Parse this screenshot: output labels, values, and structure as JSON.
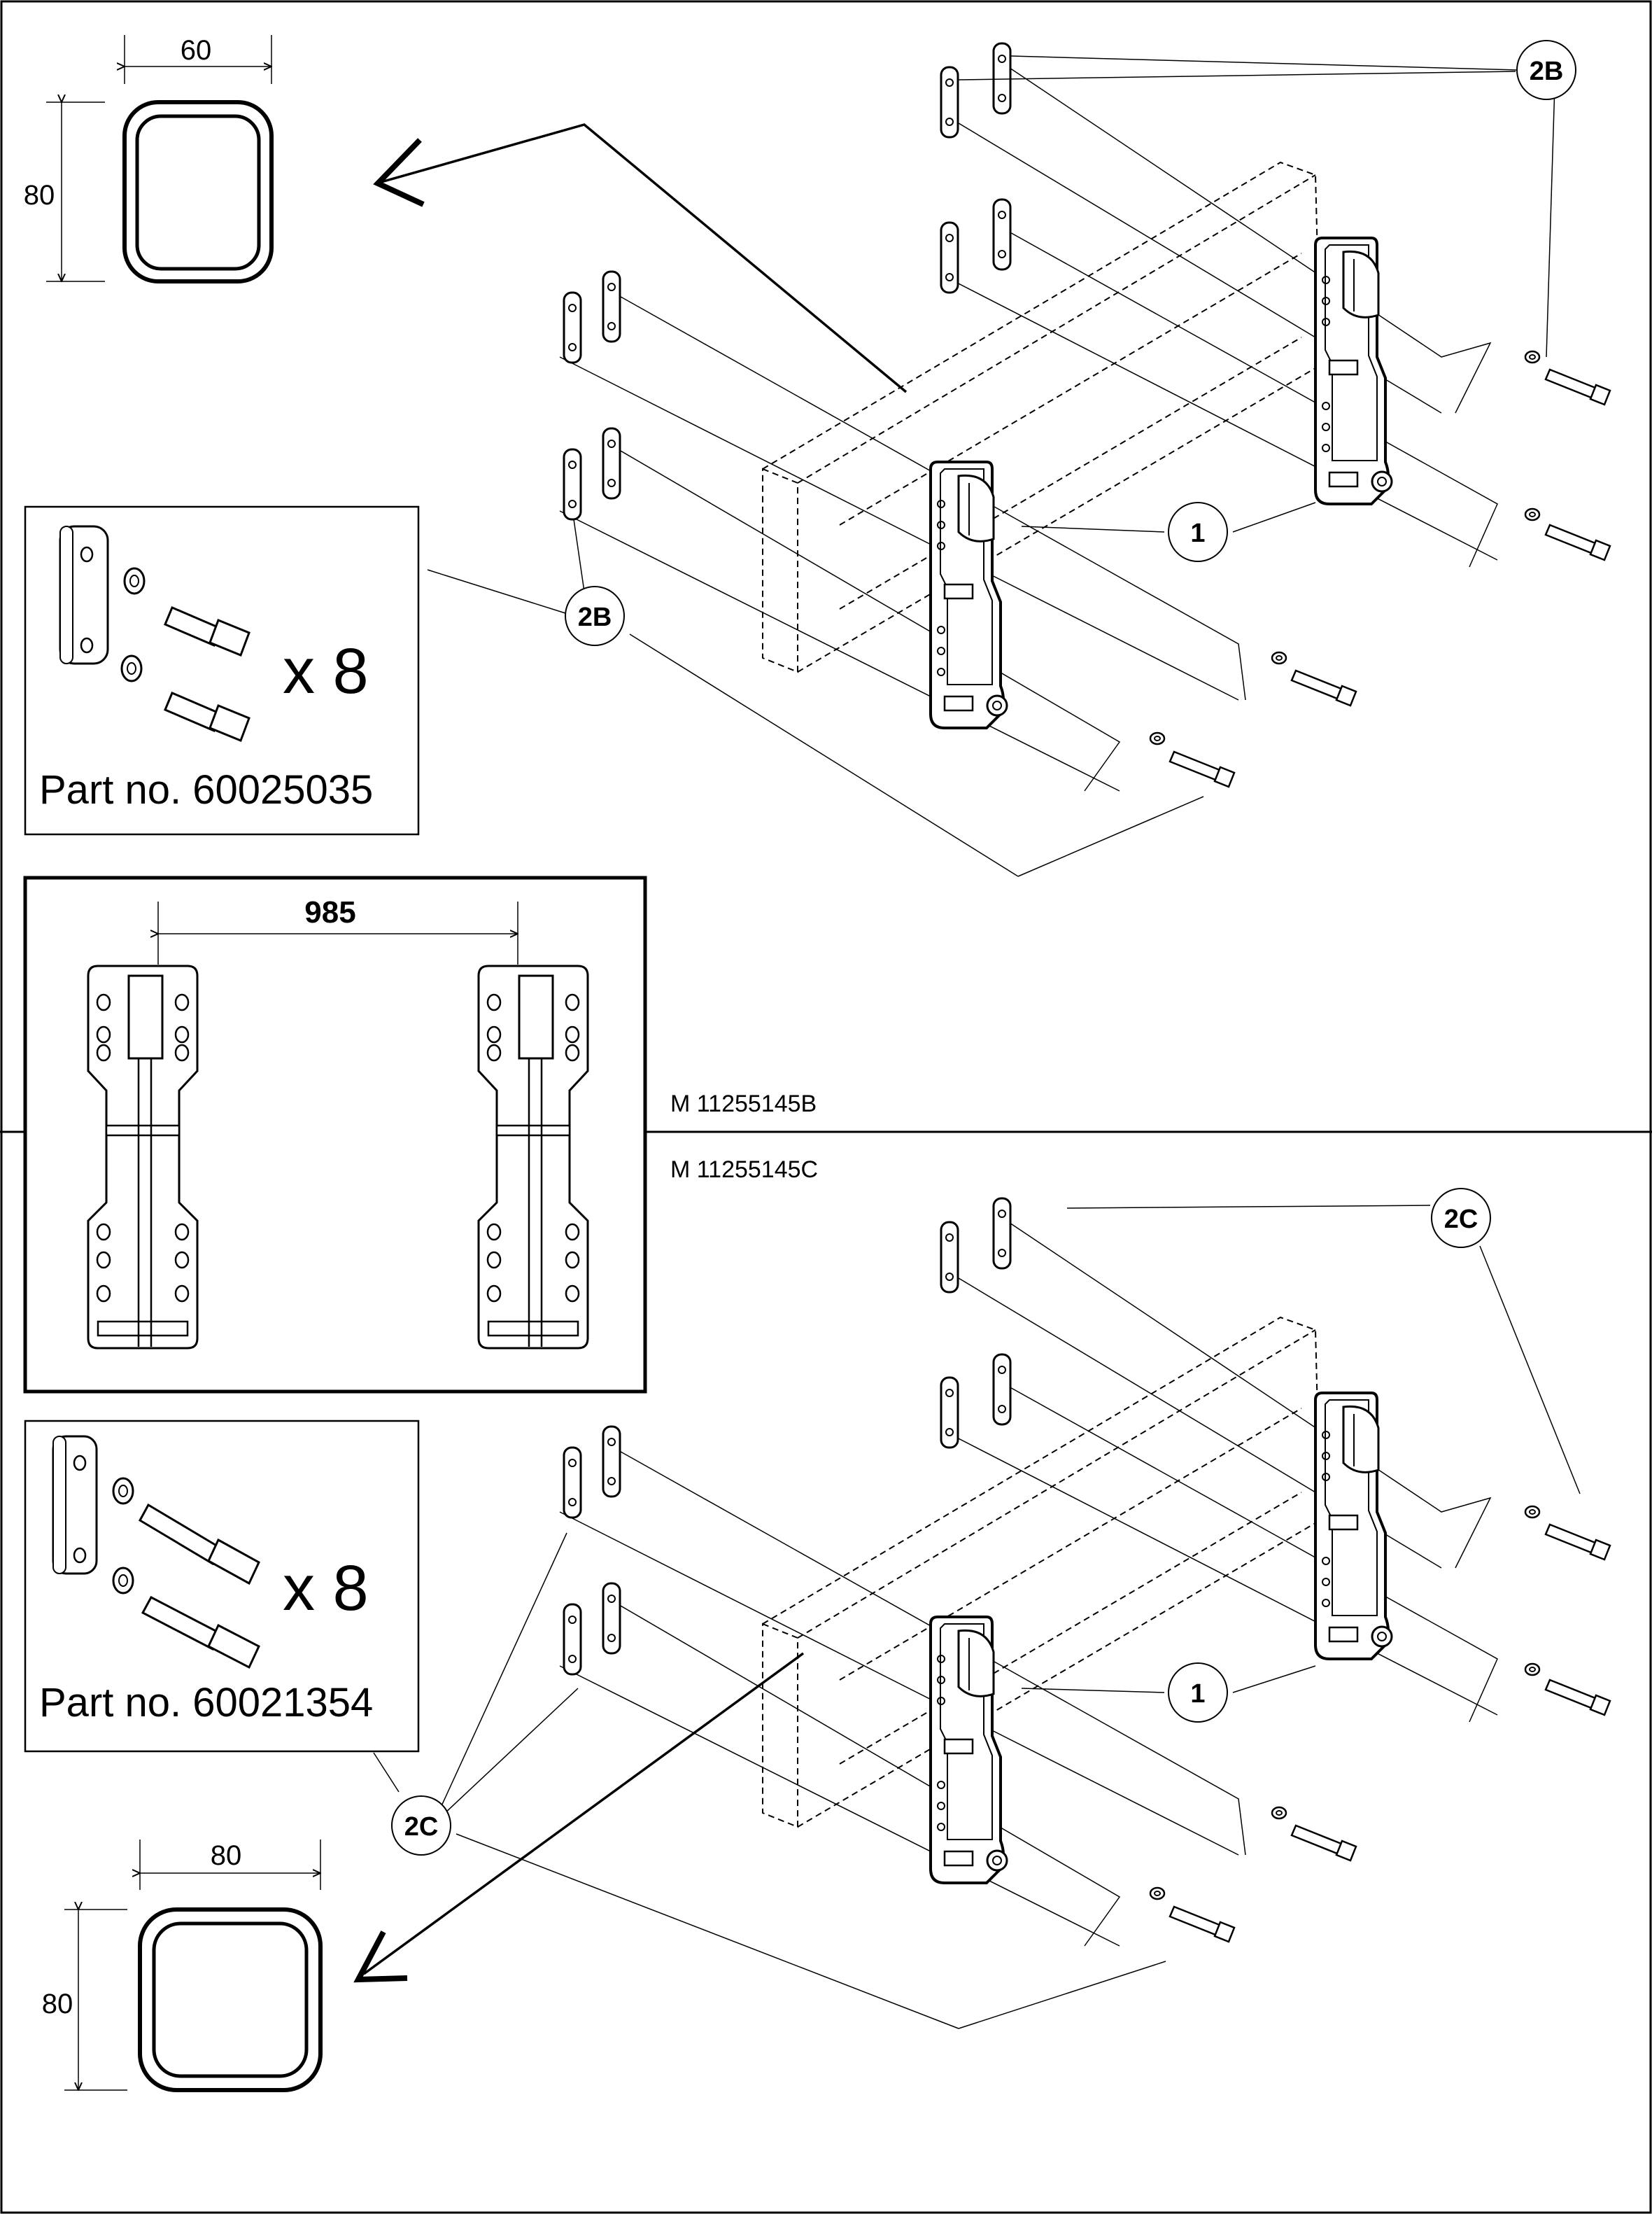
{
  "top_panel": {
    "profile": {
      "width_label": "60",
      "height_label": "80"
    },
    "kit_box": {
      "quantity": "x 8",
      "part_no": "Part no. 60025035"
    },
    "callouts": {
      "bolt_kit": "2B",
      "bracket": "1"
    },
    "drawing_ref": "M 11255145B"
  },
  "spacing_box": {
    "distance": "985"
  },
  "bottom_panel": {
    "drawing_ref": "M 11255145C",
    "kit_box": {
      "quantity": "x 8",
      "part_no": "Part no. 60021354"
    },
    "callouts": {
      "bolt_kit": "2C",
      "bracket": "1"
    },
    "profile": {
      "width_label": "80",
      "height_label": "80"
    }
  }
}
